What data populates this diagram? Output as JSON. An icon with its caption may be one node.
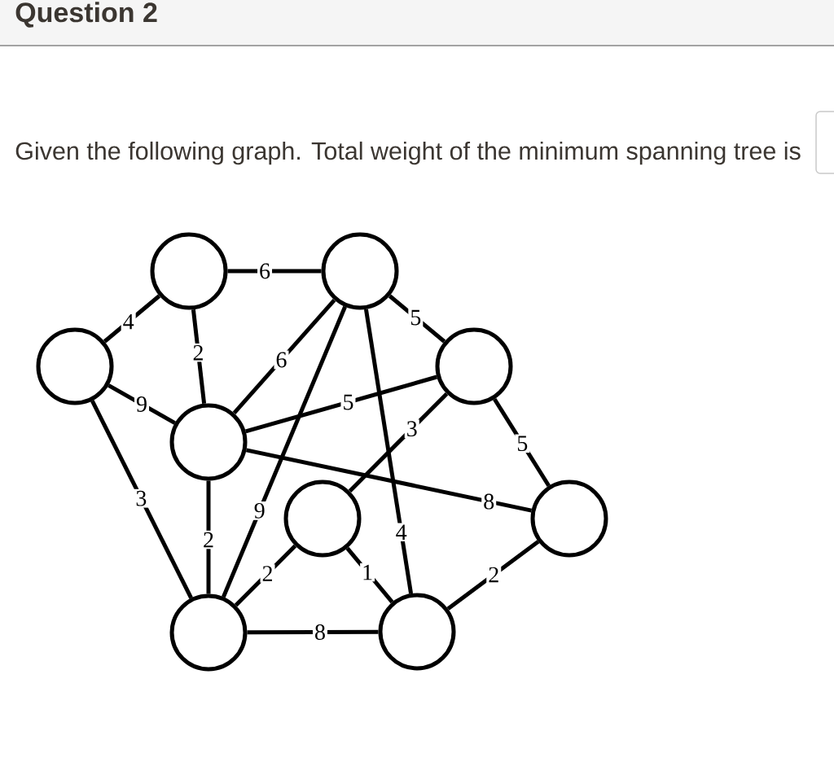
{
  "diagram": {
    "title": "Question 2",
    "nodes": [
      {
        "text": [],
        "shape": "circle"
      },
      {
        "text": [],
        "shape": "circle"
      },
      {
        "text": [],
        "shape": "circle"
      },
      {
        "text": [],
        "shape": "circle"
      },
      {
        "text": [],
        "shape": "circle"
      },
      {
        "text": [],
        "shape": "circle"
      },
      {
        "text": [],
        "shape": "circle"
      },
      {
        "text": [],
        "shape": "circle"
      },
      {
        "text": [],
        "shape": "circle"
      }
    ],
    "edges": [
      {
        "from": 0,
        "to": 1,
        "arrow": "none",
        "label": "6"
      },
      {
        "from": 0,
        "to": 2,
        "arrow": "none",
        "label": "4"
      },
      {
        "from": 0,
        "to": 4,
        "arrow": "none",
        "label": "2"
      },
      {
        "from": 1,
        "to": 4,
        "arrow": "none",
        "label": "6"
      },
      {
        "from": 1,
        "to": 3,
        "arrow": "none",
        "label": "5"
      },
      {
        "from": 1,
        "to": 7,
        "arrow": "none",
        "label": "9"
      },
      {
        "from": 1,
        "to": 8,
        "arrow": "none",
        "label": "4"
      },
      {
        "from": 2,
        "to": 4,
        "arrow": "none",
        "label": "9"
      },
      {
        "from": 2,
        "to": 7,
        "arrow": "none",
        "label": "3"
      },
      {
        "from": 4,
        "to": 3,
        "arrow": "none",
        "label": "5"
      },
      {
        "from": 4,
        "to": 6,
        "arrow": "none",
        "label": "8"
      },
      {
        "from": 4,
        "to": 7,
        "arrow": "none",
        "label": "2"
      },
      {
        "from": 3,
        "to": 5,
        "arrow": "none",
        "label": "3"
      },
      {
        "from": 3,
        "to": 6,
        "arrow": "none",
        "label": "5"
      },
      {
        "from": 5,
        "to": 7,
        "arrow": "none",
        "label": "2"
      },
      {
        "from": 5,
        "to": 8,
        "arrow": "none",
        "label": "1"
      },
      {
        "from": 7,
        "to": 8,
        "arrow": "none",
        "label": "8"
      },
      {
        "from": 6,
        "to": 8,
        "arrow": "none",
        "label": "2"
      }
    ],
    "labels": [
      "Given the following graph. Total weight of the minimum spanning tree is"
    ]
  }
}
